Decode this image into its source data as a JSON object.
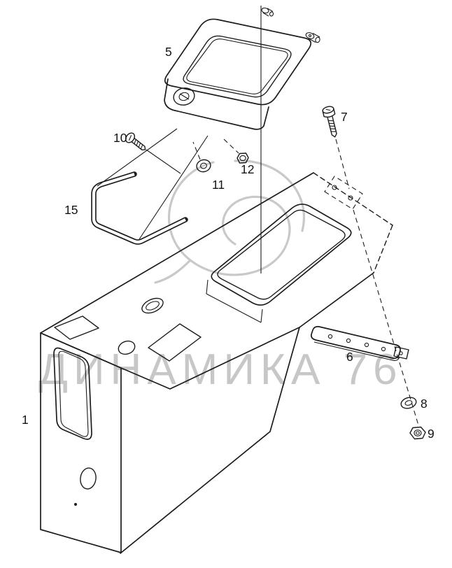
{
  "diagram": {
    "background_color": "#ffffff",
    "line_color": "#1c1c1c",
    "watermark": {
      "text": "ДИНАМИКА 76",
      "color": "#c7c7c7"
    },
    "parts": {
      "p1": "1",
      "p5": "5",
      "p6": "6",
      "p7": "7",
      "p8": "8",
      "p9": "9",
      "p10": "10",
      "p11": "11",
      "p12": "12",
      "p15": "15"
    }
  }
}
